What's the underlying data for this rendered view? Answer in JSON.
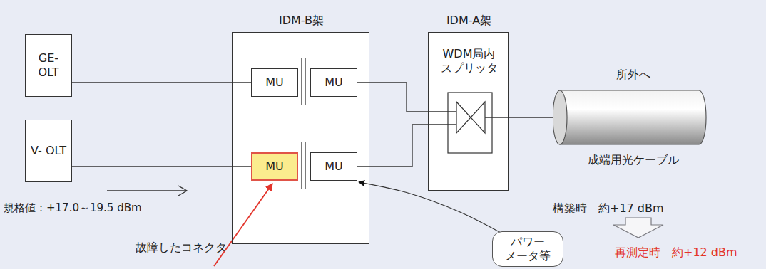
{
  "diagram": {
    "nodes": [
      {
        "text": [
          "GE- OLT"
        ]
      },
      {
        "text": [
          "V- OLT"
        ]
      },
      {
        "text": [
          "IDM-B架"
        ]
      },
      {
        "text": [
          "MU"
        ],
        "in": 2
      },
      {
        "text": [
          "MU"
        ],
        "in": 2
      },
      {
        "text": [
          "MU"
        ],
        "in": 2
      },
      {
        "text": [
          "MU"
        ],
        "in": 2
      },
      {
        "text": [
          "IDM-A架",
          "WDM局内 スプリッタ"
        ]
      },
      {
        "text": [
          "所外へ",
          "成端用光ケーブル"
        ]
      },
      {
        "text": [
          "パワー メータ等"
        ]
      }
    ],
    "edges": [
      {
        "from": 0,
        "to": 3,
        "arrow": "none"
      },
      {
        "from": 1,
        "to": 5,
        "arrow": "none"
      },
      {
        "from": 4,
        "to": 7,
        "arrow": "none"
      },
      {
        "from": 6,
        "to": 7,
        "arrow": "none"
      },
      {
        "from": 7,
        "to": 8,
        "arrow": "none"
      },
      {
        "from": 9,
        "to": 6,
        "arrow": "to"
      }
    ],
    "labels": [
      "規格値：+17.0～19.5 dBm",
      "故障したコネクタ",
      "構築時　約+17 dBm",
      "再測定時　約+12 dBm"
    ]
  }
}
